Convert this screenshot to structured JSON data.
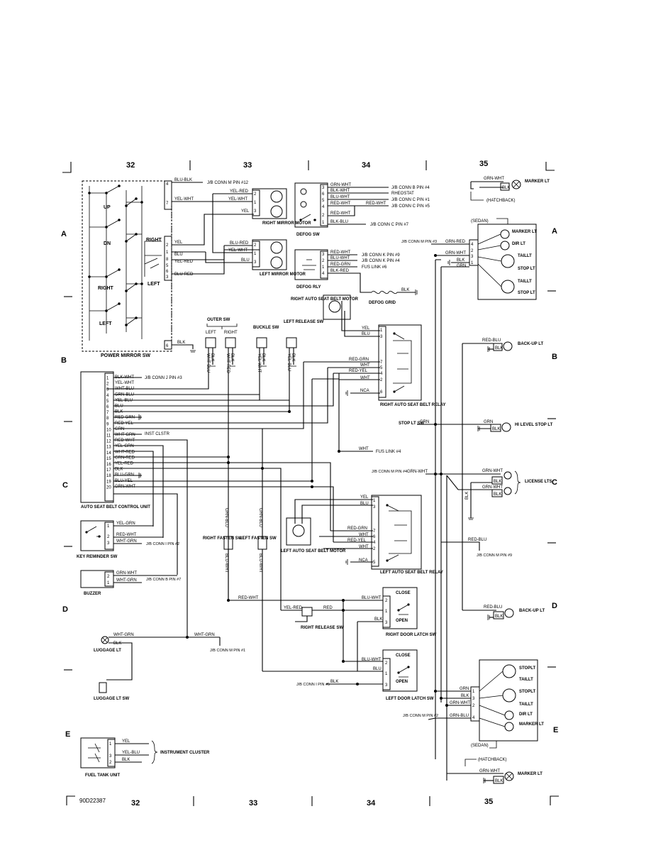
{
  "columns": [
    "32",
    "33",
    "34",
    "35"
  ],
  "zones": [
    "A",
    "B",
    "C",
    "D",
    "E"
  ],
  "figure_id": "90D22387",
  "power_mirror": {
    "title": "POWER MIRROR SW",
    "labels": [
      "UP",
      "DN",
      "RIGHT",
      "LEFT",
      "RIGHT",
      "LEFT"
    ],
    "pins": [
      "4",
      "7",
      "2",
      "1",
      "8",
      "5",
      "6",
      "3",
      "6"
    ],
    "wires": [
      "BLU-BLK",
      "YEL-WHT",
      "YEL",
      "BLU",
      "YEL-RED",
      "BLU-RED",
      "BLK"
    ],
    "refs": [
      "J/B CONN M PIN #12"
    ],
    "right_motor": {
      "title": "RIGHT MIRROR MOTOR",
      "wires": [
        "YEL-RED",
        "YEL-WHT",
        "YEL"
      ],
      "pins": [
        "2",
        "1",
        "3"
      ]
    },
    "left_motor": {
      "title": "LEFT MIRROR MOTOR",
      "wires": [
        "BLU-RED",
        "YEL-WHT",
        "BLU"
      ],
      "pins": [
        "2",
        "1",
        "3"
      ]
    }
  },
  "defog_sw": {
    "title": "DEFOG SW",
    "pins": [
      "3",
      "6",
      "5",
      "4",
      "2",
      "1"
    ],
    "wires": [
      "GRN-WHT",
      "BLK-WHT",
      "BLU-WHT",
      "RED-WHT",
      "RED-WHT",
      "RED-WHT",
      "BLK-BLU"
    ],
    "refs": [
      "J/B CONN B PIN #4",
      "RHEOSTAT",
      "J/B CONN C PIN #1",
      "J/B CONN C PIN #5",
      "J/B CONN C PIN #7"
    ]
  },
  "defog_rly": {
    "title": "DEFOG RLY",
    "pins": [
      "3",
      "2",
      "1",
      "4"
    ],
    "wires": [
      "RED-WHT",
      "BLU-WHT",
      "RED-GRN",
      "BLK-RED",
      "BLK"
    ],
    "refs": [
      "J/B CONN K PIN #9",
      "J/B CONN K PIN #4",
      "FUS LINK #6"
    ],
    "grid": "DEFOG GRID"
  },
  "right_seat_motor": "RIGHT AUTO SEAT BELT MOTOR",
  "right_relay": {
    "title": "RIGHT AUTO SEAT BELT RELAY",
    "pins": [
      "1",
      "3",
      "7",
      "5",
      "4",
      "2",
      "6"
    ],
    "wires": [
      "YEL",
      "BLU",
      "RED-GRN",
      "WHT",
      "RED-YEL",
      "WHT",
      "NCA"
    ]
  },
  "switches": {
    "outer": "OUTER SW",
    "left": "LEFT",
    "right": "RIGHT",
    "buckle": "BUCKLE SW",
    "left_release": "LEFT RELEASE SW",
    "wires": [
      "WHT-BLU",
      "BLK",
      "WHT-RED",
      "BLK",
      "YEL-WHT",
      "BLK",
      "YEL-BLU",
      "BLK"
    ]
  },
  "control_unit": {
    "title": "AUTO SEAT BELT CONTROL UNIT",
    "pins": [
      "1",
      "2",
      "3",
      "4",
      "5",
      "6",
      "7",
      "8",
      "9",
      "10",
      "11",
      "12",
      "13",
      "14",
      "15",
      "16",
      "17",
      "18",
      "19",
      "20"
    ],
    "wires": [
      "BLK-WHT",
      "YEL-WHT",
      "WHT-BLU",
      "GRN-BLU",
      "YEL-BLU",
      "BLU",
      "BLK",
      "RED-GRN",
      "RED-YEL",
      "GRN",
      "WHT-GRN",
      "RED-WHT",
      "YEL-GRN",
      "WHT-RED",
      "GRN-RED",
      "YEL-RED",
      "BLK",
      "BLU-GRN",
      "BLU-YEL",
      "GRN-WHT"
    ],
    "refs": [
      "J/B CONN J PIN #3",
      "INST CLSTR"
    ]
  },
  "fus_link_4": {
    "wire": "WHT",
    "label": "FUS LINK #4"
  },
  "key_reminder": {
    "title": "KEY REMINDER SW",
    "pins": [
      "1",
      "2",
      "3"
    ],
    "wires": [
      "YEL-GRN",
      "RED-WHT",
      "WHT-GRN"
    ],
    "ref": "J/B CONN I PIN #2"
  },
  "buzzer": {
    "title": "BUZZER",
    "pins": [
      "2",
      "1"
    ],
    "wires": [
      "GRN-WHT",
      "WHT-GRN"
    ],
    "ref": "J/B CONN B PIN #7"
  },
  "fasten_sw": {
    "right": "RIGHT FASTEN SW",
    "left": "LEFT FASTEN SW",
    "wires": [
      "GRN-BLU",
      "BLU-WHT",
      "GRN-BLU",
      "BLU-WHT"
    ]
  },
  "left_motor": "LEFT AUTO SEAT BELT MOTOR",
  "left_relay": {
    "title": "LEFT AUTO SEAT BELT RELAY",
    "pins": [
      "1",
      "3",
      "7",
      "6",
      "4",
      "2",
      "5"
    ],
    "wires": [
      "YEL",
      "BLU",
      "RED-GRN",
      "WHT",
      "RED-YEL",
      "WHT",
      "NCA"
    ]
  },
  "right_latch": {
    "title": "RIGHT DOOR LATCH SW",
    "pins": [
      "2",
      "1",
      "3"
    ],
    "wires": [
      "BLU-WHT",
      "RED",
      "BLK"
    ],
    "close": "CLOSE",
    "open": "OPEN"
  },
  "right_release": {
    "title": "RIGHT RELEASE SW",
    "wires": [
      "RED-WHT",
      "YEL-RED",
      "RED"
    ]
  },
  "left_latch": {
    "title": "LEFT DOOR LATCH SW",
    "pins": [
      "2",
      "1",
      "3"
    ],
    "wires": [
      "BLU-WHT",
      "BLU",
      "BLK"
    ],
    "close": "CLOSE",
    "open": "OPEN",
    "ref": "J/B CONN I PIN #5"
  },
  "luggage": {
    "title": "LUGGAGE LT",
    "wires": [
      "WHT-GRN",
      "BLK",
      "WHT-GRN"
    ],
    "ref": "J/B CONN M PIN #1",
    "sw": "LUGGAGE LT SW"
  },
  "fuel_tank": {
    "title": "FUEL TANK UNIT",
    "pins": [
      "1",
      "3",
      "2"
    ],
    "wires": [
      "YEL",
      "YEL-BLU",
      "BLK"
    ],
    "ref": "INSTRUMENT CLUSTER"
  },
  "right_side": {
    "marker_top": {
      "wires": [
        "GRN-WHT",
        "BLK"
      ],
      "label": "MARKER LT",
      "variant": "(HATCHBACK)"
    },
    "rear_top": {
      "variant": "(SEDAN)",
      "pins": [
        "4",
        "2",
        "3",
        "1"
      ],
      "wires": [
        "GRN-RED",
        "GRN-WHT",
        "BLK",
        "GRN"
      ],
      "ref": "J/B CONN M PIN #3",
      "lights": [
        "MARKER LT",
        "DIR LT",
        "TAILLT",
        "STOP LT",
        "TAILLT",
        "STOP LT"
      ]
    },
    "backup_top": {
      "wires": [
        "RED-BLU",
        "BLK"
      ],
      "label": "BACK-UP LT"
    },
    "stop_sw": {
      "label": "STOP LT SW",
      "wire": "GRN"
    },
    "hi_level": {
      "wires": [
        "GRN",
        "BLK"
      ],
      "label": "HI LEVEL STOP LT"
    },
    "license": {
      "wires": [
        "GRN-WHT",
        "BLK",
        "GRN-WHT",
        "BLK",
        "BLK"
      ],
      "label": "LICENSE LTS",
      "ref": "J/B CONN M PIN #4"
    },
    "backup_ref": {
      "wire": "RED-BLU",
      "ref": "J/B CONN M PIN #9"
    },
    "backup_bot": {
      "wires": [
        "RED-BLU",
        "BLK"
      ],
      "label": "BACK-UP LT"
    },
    "rear_bot": {
      "pins": [
        "1",
        "3",
        "2",
        "4"
      ],
      "wires": [
        "GRN",
        "BLK",
        "GRN-WHT",
        "GRN-BLU"
      ],
      "ref": "J/B CONN M PIN #2",
      "lights": [
        "STOPLT",
        "TAILLT",
        "STOPLT",
        "TAILLT",
        "DIR LT",
        "MARKER LT"
      ],
      "variant": "(SEDAN)"
    },
    "marker_bot": {
      "variant": "(HATCHBACK)",
      "wires": [
        "GRN-WHT",
        "BLK"
      ],
      "label": "MARKER LT"
    }
  }
}
